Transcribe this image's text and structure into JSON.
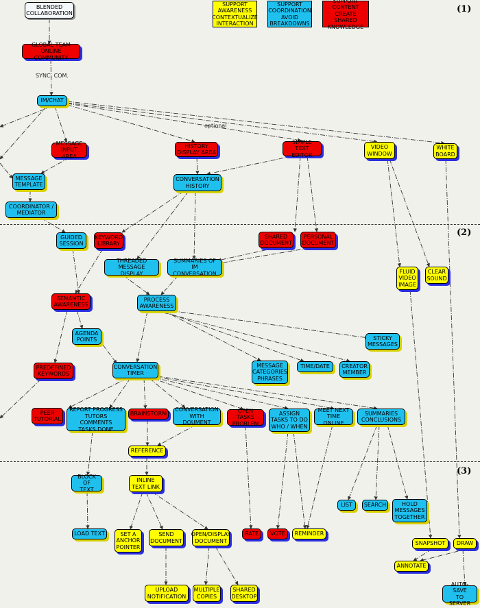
{
  "sections": [
    "(1)",
    "(2)",
    "(3)"
  ],
  "legend": [
    {
      "id": "lg_yellow",
      "text": "SUPPORT\nAWARENESS\nCONTEXTUALIZE\nINTERACTION"
    },
    {
      "id": "lg_blue",
      "text": "SUPPORT\nCOORDINATION\nAVOID\nBREAKDOWNS"
    },
    {
      "id": "lg_red",
      "text": "SUPPORT\nCONTENT\nCREATE SHARED\nKNOWLEDGE"
    }
  ],
  "edge_labels": {
    "sync_com": "SYNC. COM.",
    "optional": "optional"
  },
  "nodes": {
    "blended": "BLENDED\nCOLLABORATION",
    "global_team": "GLOBAL TEAM\nONLINE COMMUNITY",
    "im_chat": "IM/CHAT",
    "msg_input": "MESSAGE\nINPUT AREA",
    "history_display": "HISTORY\nDISPLAY AREA",
    "simple_text_editor": "SIMPLE\nTEXT EDITOR",
    "video_window": "VIDEO\nWINDOW",
    "white_board": "WHITE\nBOARD",
    "msg_template": "MESSAGE\nTEMPLATE",
    "conv_history": "CONVERSATION\nHISTORY",
    "coordinator": "COORDINATOR /\nMEDIATOR",
    "guided_session": "GUIDED\nSESSION",
    "keyword_library": "KEYWORD\nLIBRARY",
    "shared_document": "SHARED\nDOCUMENT",
    "personal_document": "PERSONAL\nDOCUMENT",
    "threaded_msg": "THREADED\nMESSAGE DISPLAY",
    "summaries_im": "SUMMARIES OF\nIM CONVERSATION",
    "fluid_video": "FLUID\nVIDEO\nIMAGE",
    "clear_sound": "CLEAR\nSOUND",
    "semantic_awareness": "SEMANTIC\nAWARENESS",
    "process_awareness": "PROCESS\nAWARENESS",
    "agenda_points": "AGENDA\nPOINTS",
    "sticky_messages": "STICKY\nMESSAGES",
    "predefined_keywords": "PREDEFINED\nKEYWORDS",
    "conv_timer": "CONVERSATION\nTIMER",
    "msg_categories": "MESSAGE\nCATEGORIES\nPHRASES",
    "time_date": "TIME/DATE",
    "creator_member": "CREATOR\nMEMBER",
    "peer_tutorial": "PEER\nTUTORIAL",
    "report_progress": "REPORT PROGRESS\nTUTORS COMMENTS\nTASKS DONE",
    "brainstorm": "BRAINSTORM",
    "conv_with_doc": "CONVERSATION\nWITH DOUMENT",
    "open_tasks": "OPEN TASKS\nPROBLEM",
    "assign_tasks": "ASSIGN\nTASKS TO DO\nWHO / WHEN",
    "meet_next": "MEET NEXT\nTIME ONLINE",
    "summaries_conclusions": "SUMMARIES\nCONCLUSIONS",
    "reference": "REFERENCE",
    "block_of_text": "BLOCK OF\nTEXT",
    "inline_text_link": "INLINE\nTEXT LINK",
    "list": "LIST",
    "search": "SEARCH",
    "hold_messages": "HOLD\nMESSAGES\nTOGETHER",
    "load_text": "LOAD TEXT",
    "set_anchor": "SET A\nANCHOR\nPOINTER",
    "send_document": "SEND\nDOCUMENT",
    "open_display_doc": "OPEN/DISPLAY\nDOCUMENT",
    "rate": "RATE",
    "vote": "VOTE",
    "reminder": "REMINDER",
    "snapshot": "SNAPSHOT",
    "draw": "DRAW",
    "annotate": "ANNOTATE",
    "upload_notification": "UPLOAD\nNOTIFICATION",
    "multiple_copies": "MULTIPLE\nCOPIES",
    "shared_desktop": "SHARED\nDESKTOP",
    "auto_save": "AUTO-SAVE\nTO SERVER"
  },
  "colors": {
    "blue": "#1fc0ee",
    "red": "#ee0000",
    "yellow": "#ffff00",
    "line": "#333333"
  }
}
